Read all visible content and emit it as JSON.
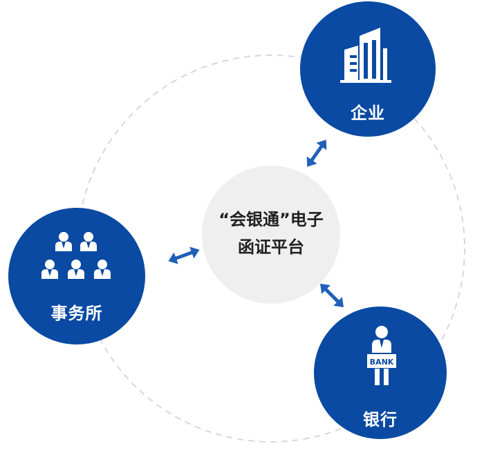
{
  "center": {
    "line1": "“会银通”电子",
    "line2": "函证平台"
  },
  "nodes": {
    "enterprise": {
      "label": "企业"
    },
    "firm": {
      "label": "事务所"
    },
    "bank": {
      "label": "银行",
      "sign_text": "BANK"
    }
  },
  "colors": {
    "node_fill": "#0a4aa2",
    "center_fill": "#efefef",
    "ring": "#d6d8e0",
    "arrow": "#2060b8"
  }
}
